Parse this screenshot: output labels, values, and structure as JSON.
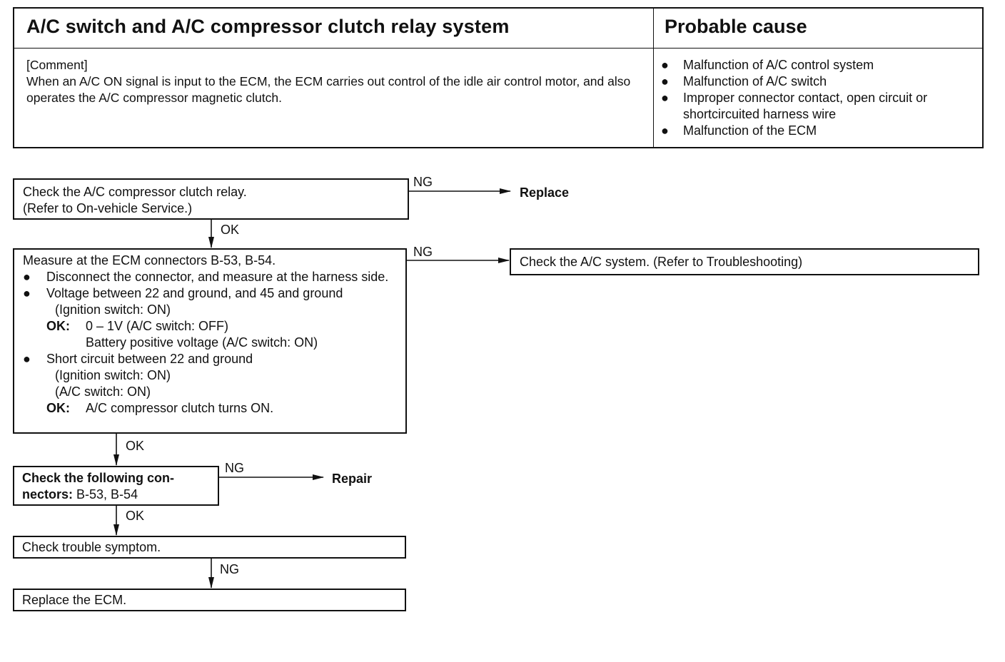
{
  "header": {
    "title": "A/C switch and A/C compressor clutch relay system",
    "cause_title": "Probable cause"
  },
  "comment": {
    "label": "[Comment]",
    "text": "When an A/C ON signal is input to the ECM, the ECM carries out control of the idle air control motor, and also operates the A/C compressor magnetic clutch."
  },
  "causes": [
    "Malfunction of A/C control system",
    "Malfunction of A/C switch",
    "Improper connector contact, open circuit or shortcircuited harness wire",
    "Malfunction of the ECM"
  ],
  "flow": {
    "step1": {
      "line1": "Check the A/C compressor clutch relay.",
      "line2": "(Refer to On-vehicle Service.)"
    },
    "step2": {
      "heading": "Measure at the ECM connectors B-53, B-54.",
      "bullet1": "Disconnect the connector, and measure at the harness side.",
      "bullet2": "Voltage between 22 and ground, and 45 and ground",
      "bullet2_cond": "(Ignition switch: ON)",
      "ok_label": "OK:",
      "bullet2_ok1": "0 – 1V (A/C switch: OFF)",
      "bullet2_ok2": "Battery positive voltage (A/C switch: ON)",
      "bullet3": "Short circuit between 22 and ground",
      "bullet3_cond1": "(Ignition switch: ON)",
      "bullet3_cond2": "(A/C switch: ON)",
      "bullet3_ok": "A/C compressor clutch turns ON."
    },
    "step3": {
      "line1": "Check the following con-",
      "line2a": "nectors:",
      "line2b": "B-53, B-54"
    },
    "step4": "Check trouble symptom.",
    "step5": "Replace the ECM.",
    "system_check": "Check the A/C system. (Refer to Troubleshooting)",
    "actions": {
      "replace": "Replace",
      "repair": "Repair"
    },
    "labels": {
      "ng": "NG",
      "ok": "OK"
    }
  }
}
